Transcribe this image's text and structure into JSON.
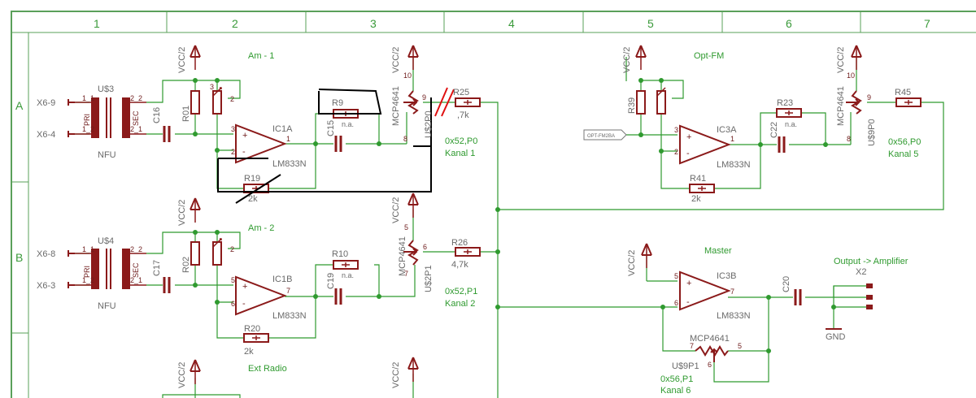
{
  "colors": {
    "wire": "#2f9a2f",
    "component": "#8b1a1a",
    "frame": "#5aa05a",
    "annotation_black": "#000000",
    "annotation_red": "#e01010",
    "text_green": "#2f9a2f",
    "text_dark": "#5a1a1a"
  },
  "frame": {
    "columns": [
      "1",
      "2",
      "3",
      "4",
      "5",
      "6",
      "7"
    ],
    "rows": [
      "A",
      "B"
    ]
  },
  "labels": {
    "vcc": "VCC/2",
    "am1": "Am - 1",
    "am2": "Am - 2",
    "optfm": "Opt-FM",
    "master": "Master",
    "ext_radio": "Ext Radio",
    "output": "Output -> Amplifier",
    "gnd": "GND",
    "x2": "X2",
    "opt_fm_flag": "OPT-FM2BA"
  },
  "connectors": {
    "x69": "X6-9",
    "x64": "X6-4",
    "x68": "X6-8",
    "x63": "X6-3"
  },
  "transformers": {
    "u3": "U$3",
    "u4": "U$4",
    "pri": "PRI",
    "sec": "SEC",
    "nfu": "NFU",
    "pin_1_1": "1_1",
    "pin_1_2": "1_2",
    "pin_2_2": "2_2",
    "pin_2_1": "2_1"
  },
  "opamps": {
    "ic1a": "IC1A",
    "ic1b": "IC1B",
    "ic3a": "IC3A",
    "ic3b": "IC3B",
    "lm833n": "LM833N"
  },
  "resistors": {
    "r9": "R9",
    "r10": "R10",
    "r19": "R19",
    "r20": "R20",
    "r23": "R23",
    "r25": "R25",
    "r26": "R26",
    "r41": "R41",
    "r45": "R45",
    "r01": "R01",
    "r02": "R02",
    "r39": "R39",
    "na": "n.a.",
    "v2k": "2k",
    "v47k": "4,7k",
    "v7k": ",7k"
  },
  "caps": {
    "c15": "C15",
    "c16": "C16",
    "c17": "C17",
    "c19": "C19",
    "c20": "C20",
    "c22": "C22"
  },
  "pots": {
    "mcp": "MCP4641",
    "u2p0": "U$2P0",
    "u2p1": "U$2P1",
    "u9p0": "U$9P0",
    "u9p1": "U$9P1"
  },
  "channels": {
    "k1_addr": "0x52,P0",
    "k1": "Kanal 1",
    "k2_addr": "0x52,P1",
    "k2": "Kanal 2",
    "k5_addr": "0x56,P0",
    "k5": "Kanal 5",
    "k6_addr": "0x56,P1",
    "k6": "Kanal 6"
  },
  "pins": {
    "p1": "1",
    "p2": "2",
    "p3": "3",
    "p5": "5",
    "p6": "6",
    "p7": "7",
    "p8": "8",
    "p9": "9",
    "p10": "10",
    "plus": "+",
    "minus": "-"
  }
}
